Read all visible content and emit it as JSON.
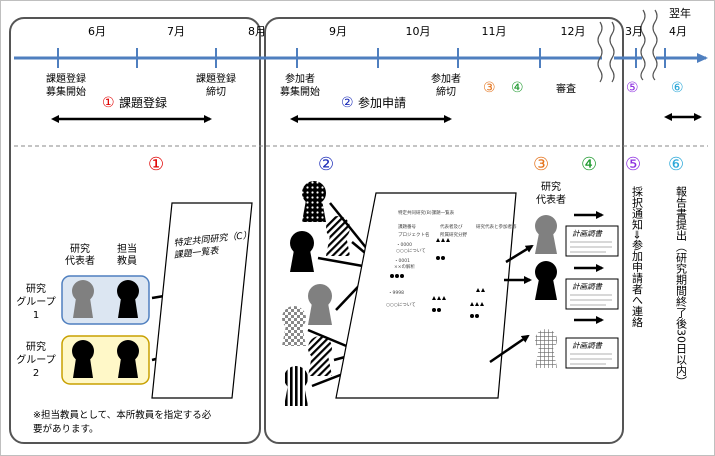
{
  "timeline": {
    "months": [
      {
        "id": "jun",
        "label": "6月"
      },
      {
        "id": "jul",
        "label": "7月"
      },
      {
        "id": "aug",
        "label": "8月"
      },
      {
        "id": "sep",
        "label": "9月"
      },
      {
        "id": "oct",
        "label": "10月"
      },
      {
        "id": "nov",
        "label": "11月"
      },
      {
        "id": "dec",
        "label": "12月"
      },
      {
        "id": "mar",
        "label": "3月"
      },
      {
        "id": "apr",
        "label": "4月"
      }
    ],
    "next_year": "翌年",
    "events": {
      "reg_start": [
        "課題登録",
        "募集開始"
      ],
      "reg_end": [
        "課題登録",
        "締切"
      ],
      "part_start": [
        "参加者",
        "募集開始"
      ],
      "part_end": [
        "参加者",
        "締切"
      ],
      "review": "審査"
    }
  },
  "phases": {
    "p1": {
      "num": "①",
      "label": "課題登録",
      "color": "#e00000"
    },
    "p2": {
      "num": "②",
      "label": "参加申請",
      "color": "#1c2db8"
    },
    "p3": {
      "num": "③",
      "color": "#e4731c"
    },
    "p4": {
      "num": "④",
      "color": "#1f9a2f"
    },
    "p5": {
      "num": "⑤",
      "color": "#8b2be0"
    },
    "p6": {
      "num": "⑥",
      "color": "#2aa7d8"
    }
  },
  "section1": {
    "rep_label": [
      "研究",
      "代表者"
    ],
    "staff_label": [
      "担当",
      "教員"
    ],
    "group1": [
      "研究",
      "グループ",
      "1"
    ],
    "group2": [
      "研究",
      "グループ",
      "2"
    ],
    "doc_title": [
      "特定共同研究（C）",
      "課題一覧表"
    ],
    "note": [
      "※担当教員として、本所教員を指定する必",
      "要があります。"
    ]
  },
  "section2": {
    "doc_lines": [
      "特定共同研究(B)課題一覧表",
      "課題番号",
      "プロジェクト名",
      "代表者及び",
      "所属研究分野",
      "研究代表と参加者等",
      "・0000",
      "○○○について",
      "・0001",
      "××の解析",
      "・9998",
      "○○○について"
    ]
  },
  "section3": {
    "rep_label": [
      "研究",
      "代表者"
    ],
    "plan_label": "計画調書"
  },
  "section5": {
    "text": "採択通知⇒参加申請者へ連絡"
  },
  "section6": {
    "text": "報告書提出（研究期間終了後30日以内）"
  }
}
